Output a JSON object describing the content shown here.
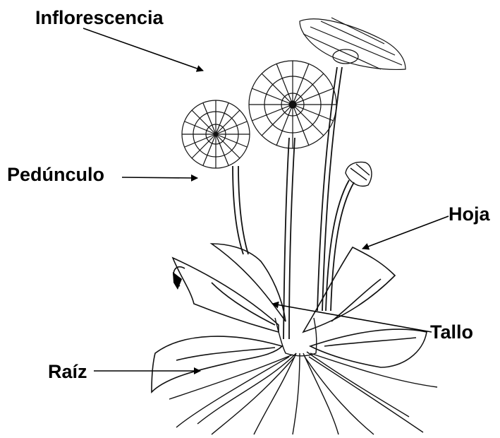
{
  "labels": {
    "inflorescencia": "Inflorescencia",
    "pedunculo": "Pedúnculo",
    "hoja": "Hoja",
    "tallo": "Tallo",
    "raiz": "Raíz"
  },
  "colors": {
    "ink": "#000000",
    "background": "#ffffff"
  }
}
